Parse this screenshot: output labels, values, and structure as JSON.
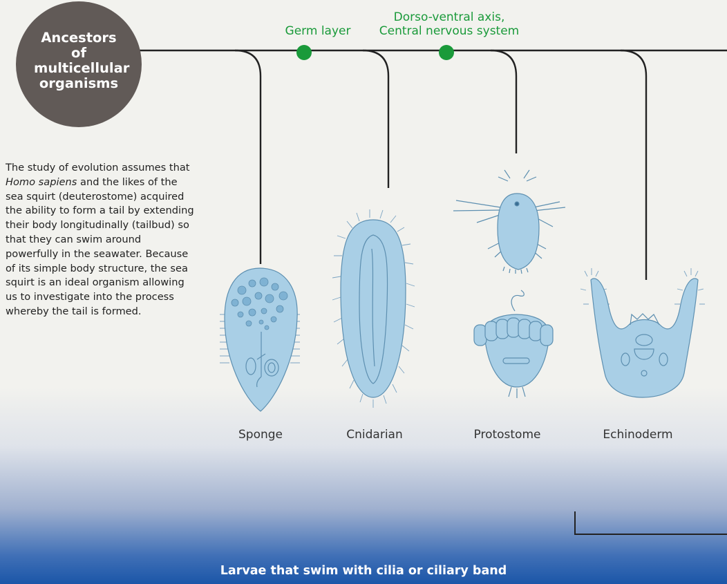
{
  "ancestor": {
    "label": "Ancestors\nof\nmulticellular\norganisms"
  },
  "traits": [
    {
      "label": "Germ layer"
    },
    {
      "label": "Dorso-ventral axis,\nCentral nervous system"
    }
  ],
  "description": {
    "before_italic": "The study of evolution assumes that ",
    "italic": "Homo sapiens",
    "after_italic": " and the likes of the sea squirt (deuterostome) acquired the ability to form a tail by extending their body longitudinally (tailbud) so that they can swim around powerfully in the seawater. Because of its simple body structure, the sea squirt is an ideal organism allowing us to investigate into the process whereby the tail is formed."
  },
  "organisms": [
    {
      "label": "Sponge"
    },
    {
      "label": "Cnidarian"
    },
    {
      "label": "Protostome"
    },
    {
      "label": "Echinoderm"
    }
  ],
  "group_label": "Larvae that swim with cilia or ciliary band",
  "colors": {
    "background": "#f2f2ee",
    "circle": "#615a57",
    "accent_green": "#1a9a3a",
    "larva_fill": "#a9cfe6",
    "larva_stroke": "#5d8fb0",
    "gradient_bottom": "#1b56a8"
  }
}
